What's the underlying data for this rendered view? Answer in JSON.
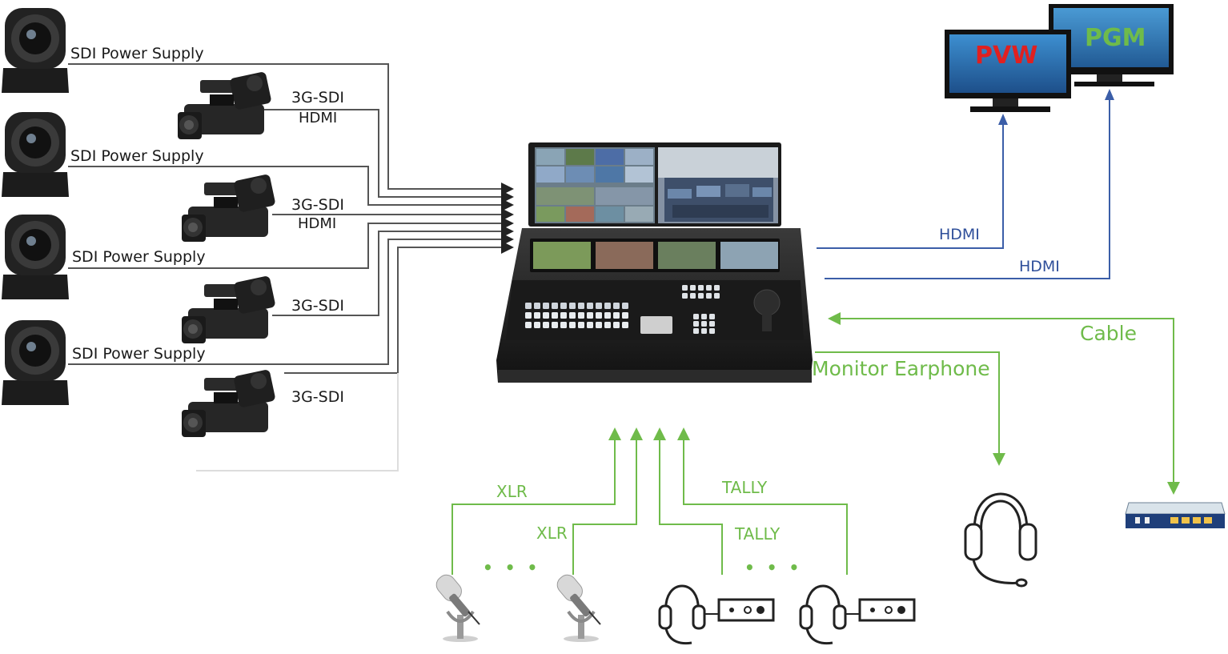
{
  "labels": {
    "sdi_power_supply": "SDI Power Supply",
    "sdi_3g": "3G-SDI",
    "hdmi": "HDMI",
    "pvw": "PVW",
    "pgm": "PGM",
    "cable": "Cable",
    "monitor_earphone": "Monitor Earphone",
    "xlr": "XLR",
    "tally": "TALLY",
    "ellipsis": "• • •"
  },
  "colors": {
    "signal_line": "#555555",
    "hdmi_line": "#3b5ea8",
    "audio_line": "#6fbb4a",
    "pvw_text": "#e02020",
    "pgm_text": "#6fbb4a",
    "monitor_screen": "#2a6fb0"
  }
}
